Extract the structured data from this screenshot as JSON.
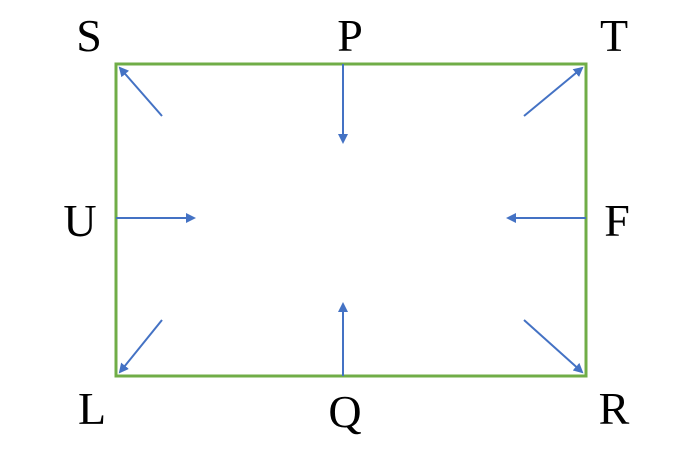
{
  "labels": {
    "top_left": "S",
    "top_middle": "P",
    "top_right": "T",
    "middle_left": "U",
    "middle_right": "F",
    "bottom_left": "L",
    "bottom_middle": "Q",
    "bottom_right": "R"
  },
  "colors": {
    "frame": "#70AD47",
    "arrow": "#4472C4",
    "text": "#000000"
  },
  "arrows": [
    {
      "name": "arrow-to-s",
      "direction": "outward-top-left"
    },
    {
      "name": "arrow-from-p",
      "direction": "inward-down"
    },
    {
      "name": "arrow-to-t",
      "direction": "outward-top-right"
    },
    {
      "name": "arrow-from-u",
      "direction": "inward-right"
    },
    {
      "name": "arrow-from-f",
      "direction": "inward-left"
    },
    {
      "name": "arrow-to-l",
      "direction": "outward-bottom-left"
    },
    {
      "name": "arrow-from-q",
      "direction": "inward-up"
    },
    {
      "name": "arrow-to-r",
      "direction": "outward-bottom-right"
    }
  ]
}
